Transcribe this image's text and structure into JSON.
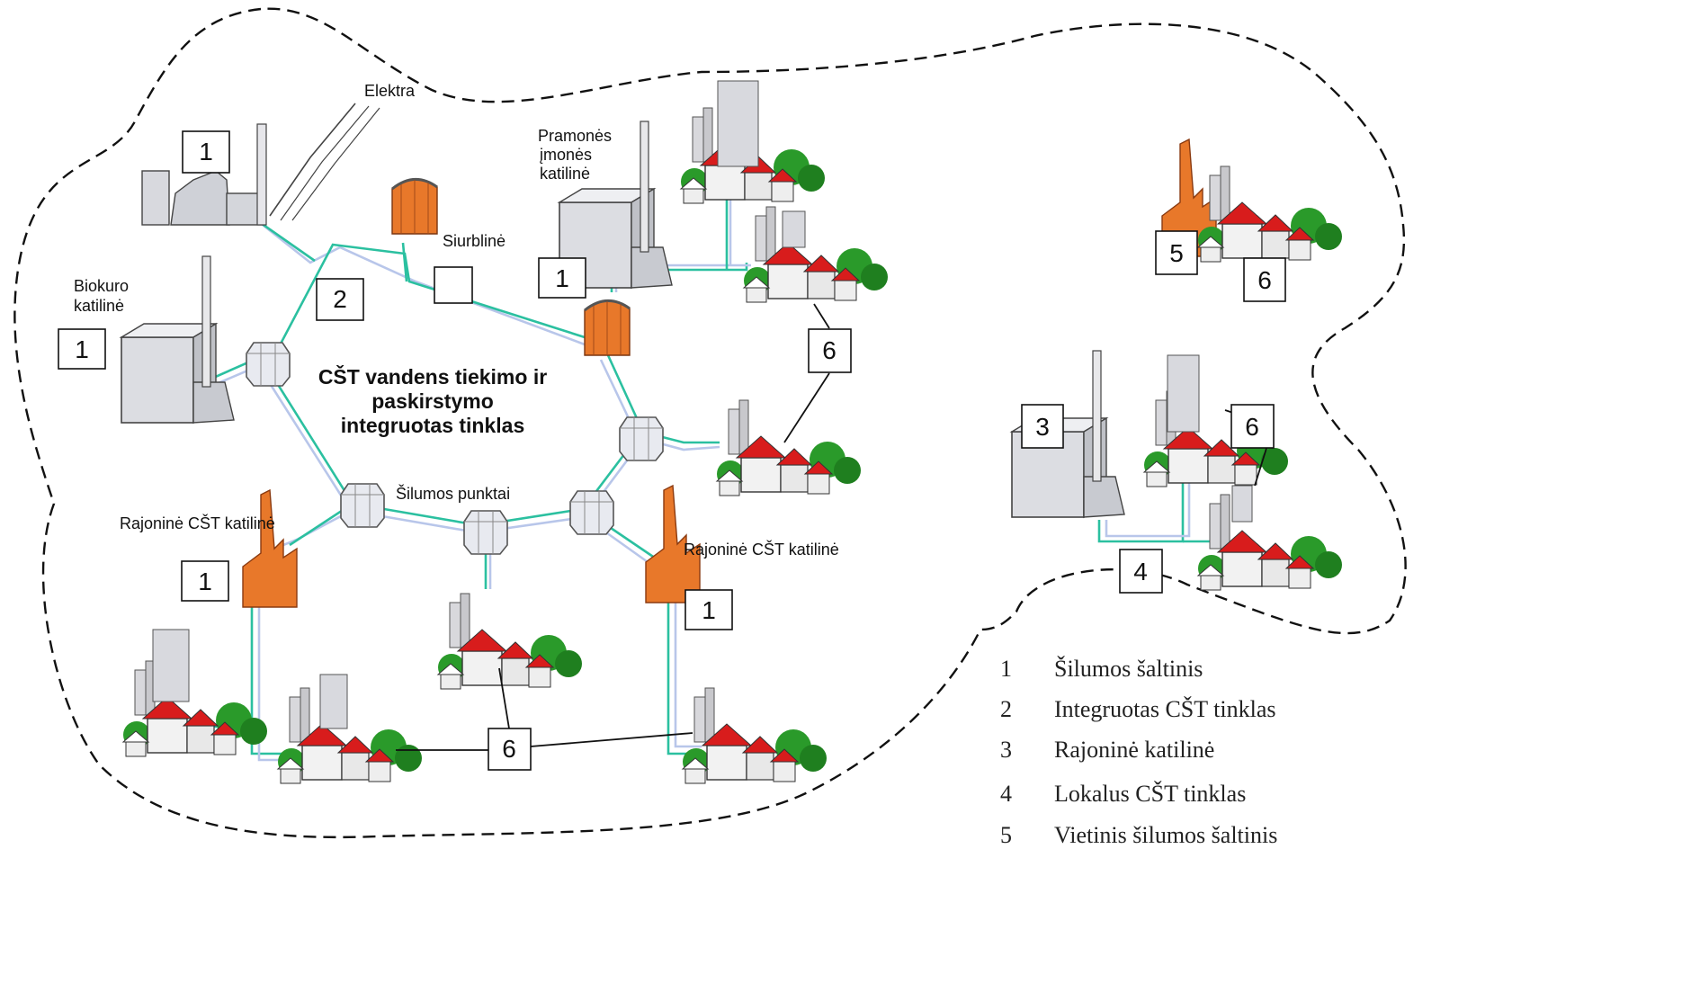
{
  "labels": {
    "elektra": "Elektra",
    "pramones_line1": "Pramonės",
    "pramones_line2": "įmonės",
    "pramones_line3": "katilinė",
    "siurbline": "Siurblinė",
    "biokuro_line1": "Biokuro",
    "biokuro_line2": "katilinė",
    "center_line1": "CŠT vandens tiekimo ir",
    "center_line2": "paskirstymo",
    "center_line3": "integruotas tinklas",
    "silumos_punktai": "Šilumos punktai",
    "rajonine_left": "Rajoninė CŠT katilinė",
    "rajonine_right": "Rajoninė CŠT katilinė"
  },
  "boxes": {
    "b1_plant": "1",
    "b1_bio": "1",
    "b2": "2",
    "b_empty": "",
    "b1_industry": "1",
    "b6_mid": "6",
    "b1_rajonine_left": "1",
    "b1_rajonine_right": "1",
    "b6_bottom": "6",
    "b5": "5",
    "b6_top_right": "6",
    "b3": "3",
    "b6_right": "6",
    "b4": "4"
  },
  "legend": [
    {
      "num": "1",
      "text": "Šilumos šaltinis"
    },
    {
      "num": "2",
      "text": "Integruotas CŠT tinklas"
    },
    {
      "num": "3",
      "text": "Rajoninė katilinė"
    },
    {
      "num": "4",
      "text": "Lokalus CŠT tinklas"
    },
    {
      "num": "5",
      "text": "Vietinis šilumos šaltinis"
    }
  ],
  "colors": {
    "pipe_supply": "#2bc0a0",
    "pipe_return": "#b8c6ea",
    "orange_building": "#e8782a",
    "roof_red": "#d81c1c",
    "tree_green": "#2a9a2a",
    "gray_building": "#d4d6da"
  }
}
